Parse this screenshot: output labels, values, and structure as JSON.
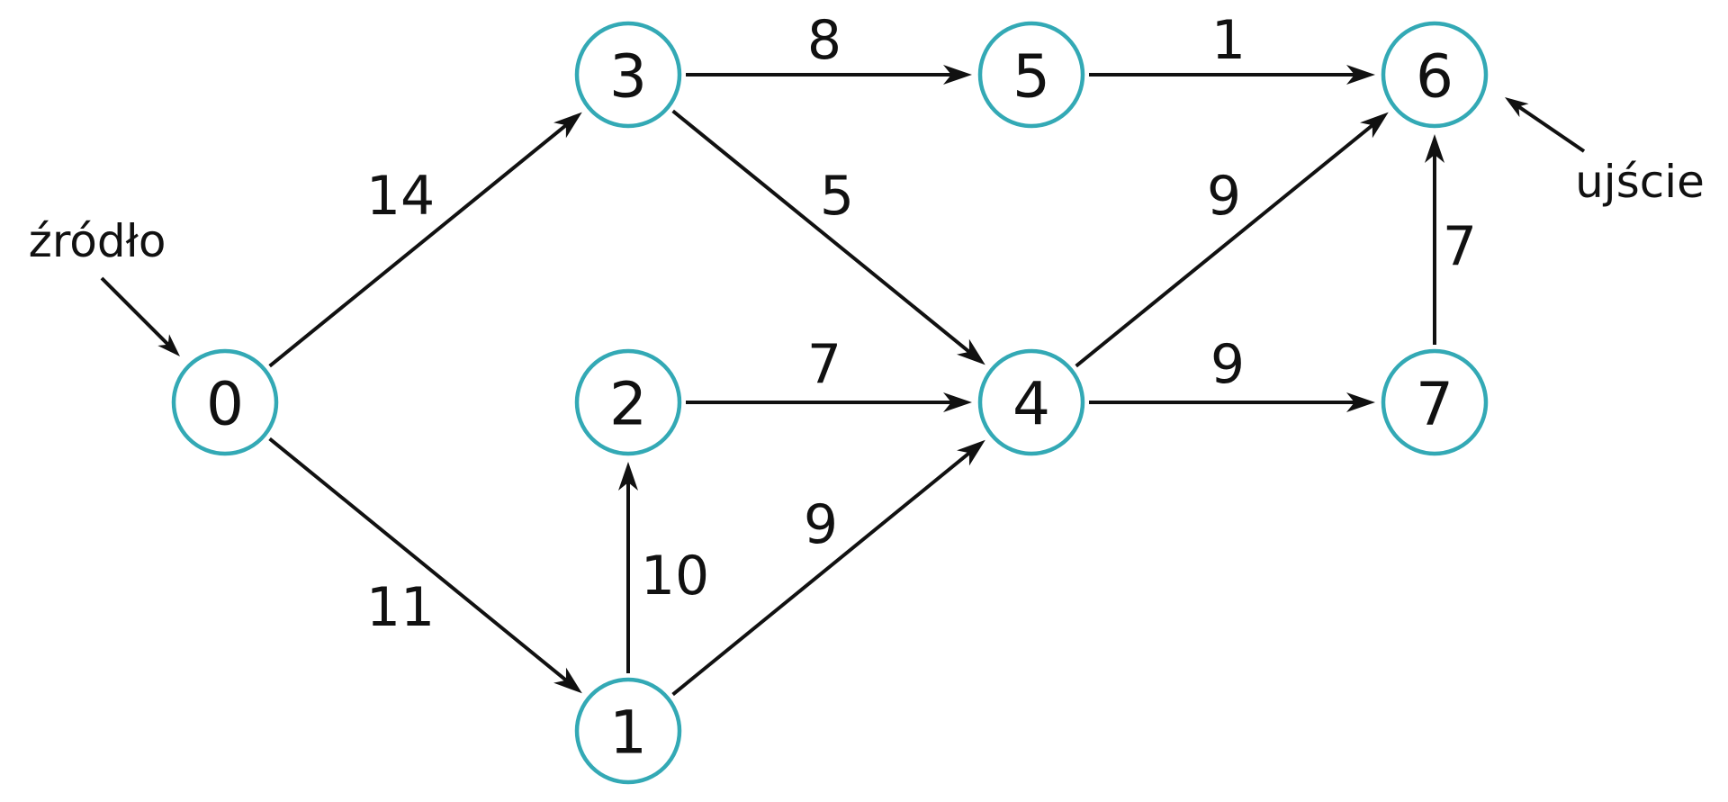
{
  "graph": {
    "node_color": "#33a9b5",
    "edge_color": "#111111",
    "nodes": [
      {
        "id": "0",
        "label": "0"
      },
      {
        "id": "1",
        "label": "1"
      },
      {
        "id": "2",
        "label": "2"
      },
      {
        "id": "3",
        "label": "3"
      },
      {
        "id": "4",
        "label": "4"
      },
      {
        "id": "5",
        "label": "5"
      },
      {
        "id": "6",
        "label": "6"
      },
      {
        "id": "7",
        "label": "7"
      }
    ],
    "edges": [
      {
        "from": "0",
        "to": "3",
        "weight": "14"
      },
      {
        "from": "0",
        "to": "1",
        "weight": "11"
      },
      {
        "from": "3",
        "to": "5",
        "weight": "8"
      },
      {
        "from": "3",
        "to": "4",
        "weight": "5"
      },
      {
        "from": "2",
        "to": "4",
        "weight": "7"
      },
      {
        "from": "1",
        "to": "2",
        "weight": "10"
      },
      {
        "from": "1",
        "to": "4",
        "weight": "9"
      },
      {
        "from": "5",
        "to": "6",
        "weight": "1"
      },
      {
        "from": "4",
        "to": "6",
        "weight": "9"
      },
      {
        "from": "4",
        "to": "7",
        "weight": "9"
      },
      {
        "from": "7",
        "to": "6",
        "weight": "7"
      }
    ],
    "annotations": {
      "source": {
        "label": "źródło",
        "node": "0"
      },
      "sink": {
        "label": "ujście",
        "node": "6"
      }
    }
  }
}
